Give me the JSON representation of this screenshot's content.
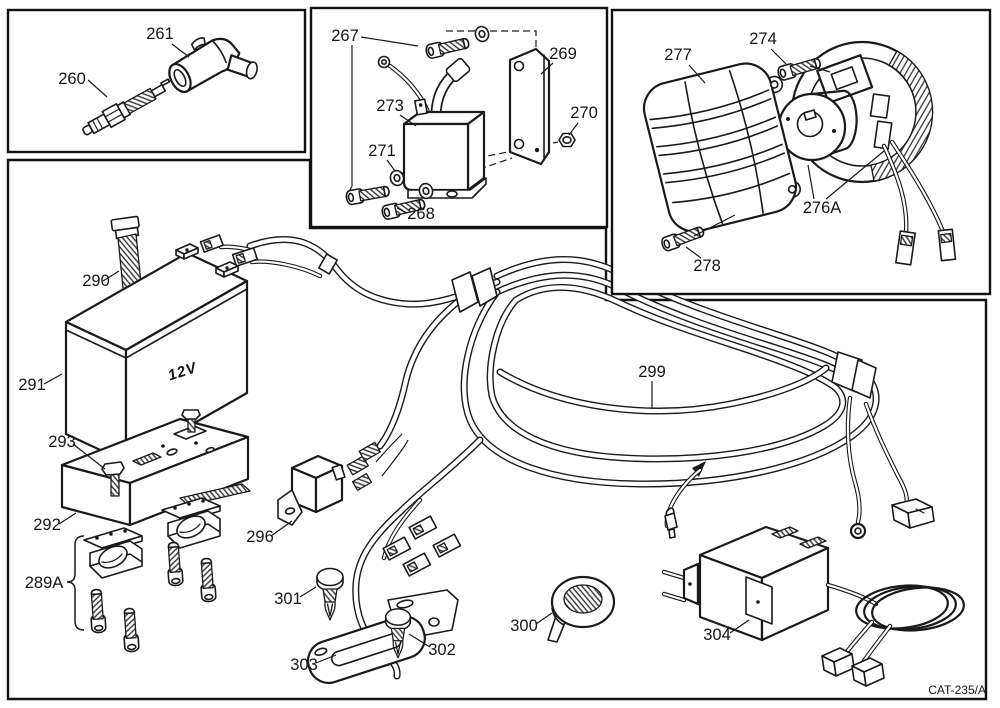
{
  "diagram": {
    "code": "CAT-235/A",
    "battery_voltage": "12V",
    "parts": {
      "260": "260",
      "261": "261",
      "267": "267",
      "268": "268",
      "269": "269",
      "270": "270",
      "271": "271",
      "273": "273",
      "274": "274",
      "276A": "276A",
      "277": "277",
      "278": "278",
      "289A": "289A",
      "290": "290",
      "291": "291",
      "292": "292",
      "293": "293",
      "296": "296",
      "299": "299",
      "300": "300",
      "301": "301",
      "302": "302",
      "303": "303",
      "304": "304"
    },
    "panels": [
      {
        "name": "spark-plug-panel",
        "parts": [
          "260",
          "261"
        ]
      },
      {
        "name": "ignition-coil-panel",
        "parts": [
          "267",
          "268",
          "269",
          "270",
          "271",
          "273"
        ]
      },
      {
        "name": "flywheel-panel",
        "parts": [
          "274",
          "276A",
          "277",
          "278"
        ]
      },
      {
        "name": "main-panel",
        "parts": [
          "289A",
          "290",
          "291",
          "292",
          "293",
          "296",
          "299",
          "300",
          "301",
          "302",
          "303",
          "304"
        ]
      }
    ]
  }
}
